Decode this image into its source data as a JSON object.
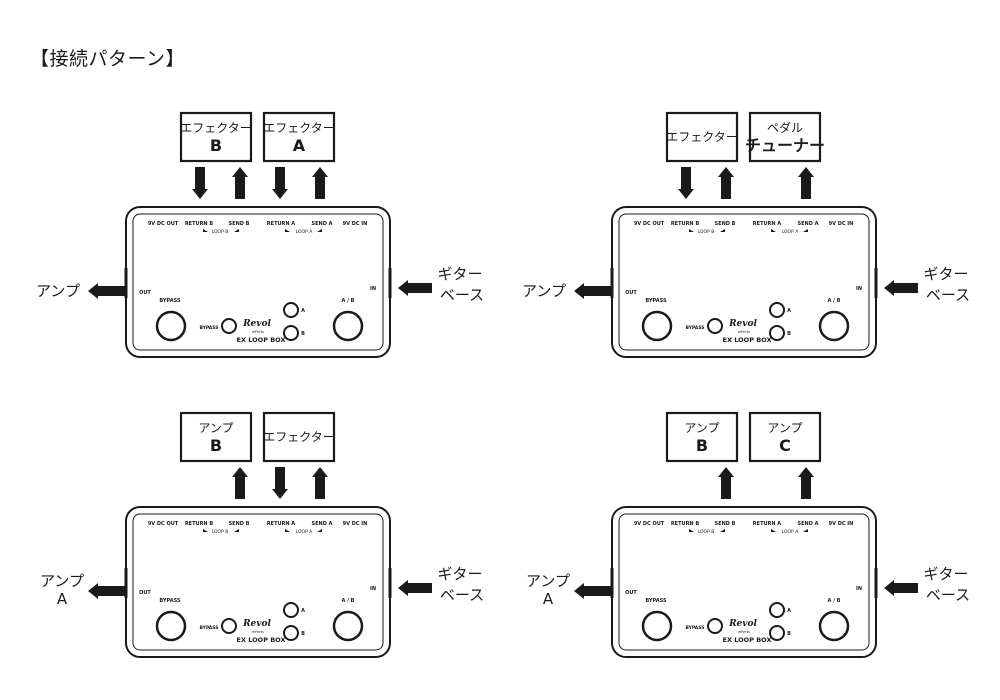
{
  "title": "【接続パターン】",
  "labels": {
    "amp": "アンプ",
    "amp_a": "A",
    "guitar_line1": "ギター",
    "guitar_line2": "ベース"
  },
  "device": {
    "jack_9v_out": "9V DC OUT",
    "jack_return_b": "RETURN B",
    "jack_send_b": "SEND B",
    "jack_return_a": "RETURN A",
    "jack_send_a": "SEND A",
    "jack_9v_in": "9V DC IN",
    "loop_b": "LOOP B",
    "loop_a": "LOOP A",
    "out": "OUT",
    "in": "IN",
    "bypass": "BYPASS",
    "ab": "A / B",
    "bypass_small": "BYPASS",
    "led_a": "A",
    "led_b": "B",
    "logo": "Revol",
    "logo_sub": "effects",
    "model": "EX LOOP BOX"
  },
  "patterns": [
    {
      "boxes": [
        {
          "line1": "エフェクター",
          "line2": "B"
        },
        {
          "line1": "エフェクター",
          "line2": "A"
        }
      ],
      "amp_has_a": false
    },
    {
      "boxes": [
        {
          "line1": "エフェクター",
          "line2": ""
        },
        {
          "line1": "ペダル",
          "line2": "チューナー"
        }
      ],
      "amp_has_a": false
    },
    {
      "boxes": [
        {
          "line1": "アンプ",
          "line2": "B"
        },
        {
          "line1": "エフェクター",
          "line2": ""
        }
      ],
      "amp_has_a": true
    },
    {
      "boxes": [
        {
          "line1": "アンプ",
          "line2": "B"
        },
        {
          "line1": "アンプ",
          "line2": "C"
        }
      ],
      "amp_has_a": true
    }
  ]
}
